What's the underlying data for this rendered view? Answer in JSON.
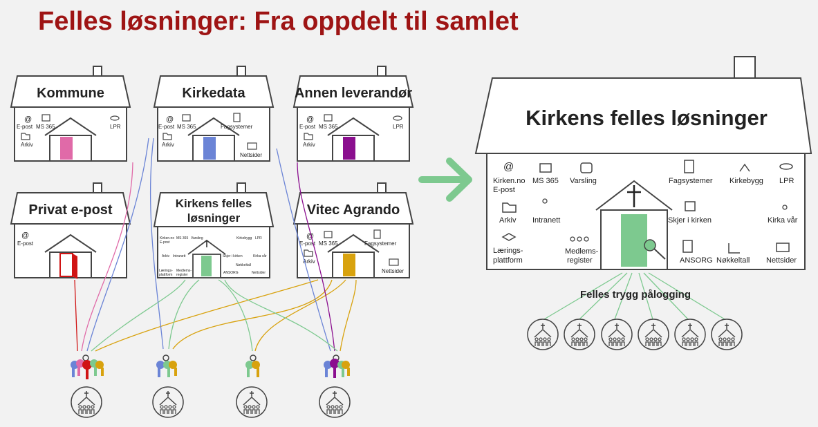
{
  "title": "Felles løsninger: Fra oppdelt til samlet",
  "houses": [
    {
      "id": "kommune",
      "name": "Kommune",
      "door_color": "#e06aa8",
      "services": [
        {
          "label": "E-post",
          "icon": "at-icon"
        },
        {
          "label": "MS 365",
          "icon": "edit-icon"
        },
        {
          "label": "LPR",
          "icon": "coins-icon"
        },
        {
          "label": "Arkiv",
          "icon": "folder-icon"
        }
      ]
    },
    {
      "id": "kirkedata",
      "name": "Kirkedata",
      "door_color": "#6b84d6",
      "services": [
        {
          "label": "E-post",
          "icon": "at-icon"
        },
        {
          "label": "MS 365",
          "icon": "edit-icon"
        },
        {
          "label": "Fagsystemer",
          "icon": "book-icon"
        },
        {
          "label": "Arkiv",
          "icon": "folder-icon"
        },
        {
          "label": "Nettsider",
          "icon": "monitor-icon"
        }
      ]
    },
    {
      "id": "annen",
      "name": "Annen leverandør",
      "door_color": "#8b0f8f",
      "services": [
        {
          "label": "E-post",
          "icon": "at-icon"
        },
        {
          "label": "MS 365",
          "icon": "edit-icon"
        },
        {
          "label": "LPR",
          "icon": "coins-icon"
        },
        {
          "label": "Arkiv",
          "icon": "folder-icon"
        }
      ]
    },
    {
      "id": "privat",
      "name": "Privat e-post",
      "door_color": "#d01414",
      "services": [
        {
          "label": "E-post",
          "icon": "at-icon"
        }
      ]
    },
    {
      "id": "kfl_small",
      "name_line1": "Kirkens felles",
      "name_line2": "løsninger",
      "door_color": "#7dc98f",
      "services": [
        {
          "label": "Kirken.no E-post"
        },
        {
          "label": "MS 365"
        },
        {
          "label": "Varsling"
        },
        {
          "label": "Kirkebygg"
        },
        {
          "label": "LPR"
        },
        {
          "label": "Arkiv"
        },
        {
          "label": "Intranett"
        },
        {
          "label": "Skjer i kirken"
        },
        {
          "label": "Kirka vår"
        },
        {
          "label": "Nøkkeltall"
        },
        {
          "label": "Lærings-plattform"
        },
        {
          "label": "Medlems-register"
        },
        {
          "label": "ANSORG"
        },
        {
          "label": "Nettsider"
        }
      ]
    },
    {
      "id": "vitec",
      "name": "Vitec Agrando",
      "door_color": "#d8a20e",
      "services": [
        {
          "label": "E-post",
          "icon": "at-icon"
        },
        {
          "label": "MS 365",
          "icon": "edit-icon"
        },
        {
          "label": "Fagsystemer",
          "icon": "book-icon"
        },
        {
          "label": "Arkiv",
          "icon": "folder-icon"
        },
        {
          "label": "Nettsider",
          "icon": "monitor-icon"
        }
      ]
    }
  ],
  "big_house": {
    "name": "Kirkens felles løsninger",
    "door_color": "#7dc98f",
    "services": [
      {
        "label1": "Kirken.no",
        "label2": "E-post",
        "icon": "at-icon"
      },
      {
        "label1": "MS 365",
        "icon": "edit-icon"
      },
      {
        "label1": "Varsling",
        "icon": "alert-icon"
      },
      {
        "label1": "Fagsystemer",
        "icon": "book-icon"
      },
      {
        "label1": "Kirkebygg",
        "icon": "church-icon"
      },
      {
        "label1": "LPR",
        "icon": "coins-icon"
      },
      {
        "label1": "Arkiv",
        "icon": "folder-icon"
      },
      {
        "label1": "Intranett",
        "icon": "network-icon"
      },
      {
        "label1": "Skjer i kirken",
        "icon": "calendar-icon"
      },
      {
        "label1": "Kirka vår",
        "icon": "community-icon"
      },
      {
        "label1": "Lærings-",
        "label2": "plattform",
        "icon": "graduation-icon"
      },
      {
        "label1": "Medlems-",
        "label2": "register",
        "icon": "people-icon"
      },
      {
        "label1": "ANSORG",
        "icon": "contact-icon"
      },
      {
        "label1": "Nøkkeltall",
        "icon": "bar-chart-icon"
      },
      {
        "label1": "Nettsider",
        "icon": "monitor-icon"
      }
    ]
  },
  "login_label": "Felles trygg pålogging",
  "arrow_color": "#7dc98f",
  "key_color_green": "#7dc98f"
}
